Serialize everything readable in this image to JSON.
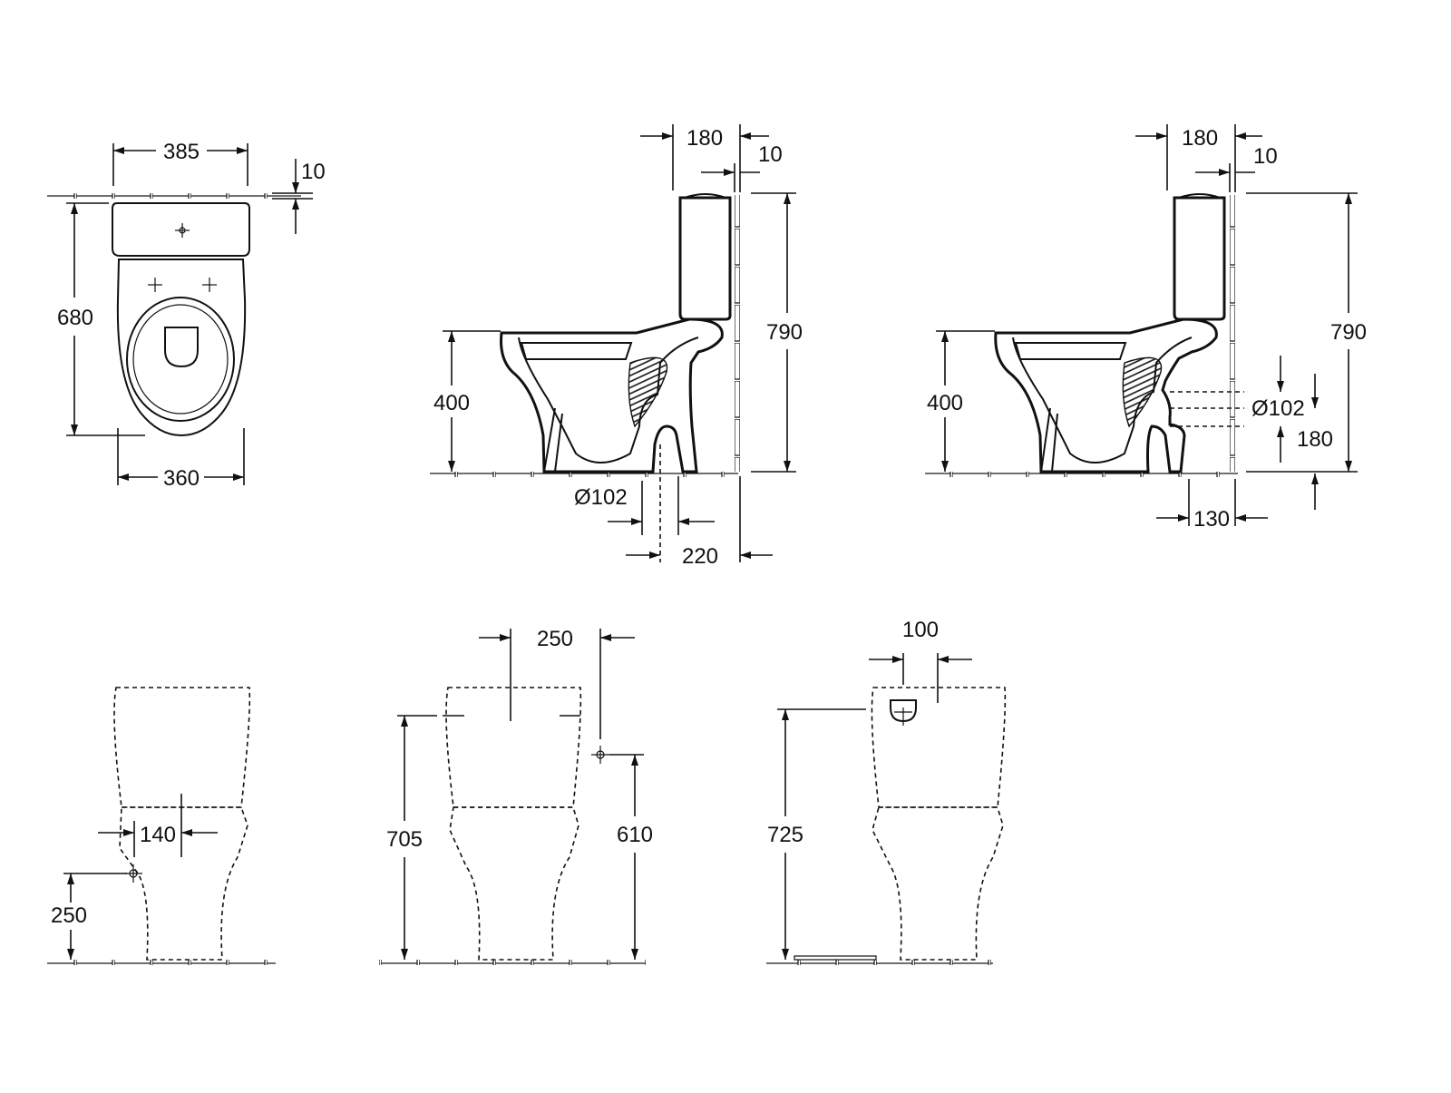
{
  "views": {
    "top_view": {
      "width_top": "385",
      "gap_top": "10",
      "depth": "680",
      "width_bottom": "360"
    },
    "side_view_floor_outlet": {
      "wall_to_tank": "180",
      "wall_gap": "10",
      "total_height": "790",
      "seat_height": "400",
      "outlet_diameter": "Ø102",
      "outlet_to_wall": "220"
    },
    "side_view_wall_outlet": {
      "wall_to_tank": "180",
      "wall_gap": "10",
      "total_height": "790",
      "seat_height": "400",
      "outlet_diameter": "Ø102",
      "outlet_height": "180",
      "outlet_depth": "130"
    },
    "front_view_left": {
      "offset": "140",
      "supply_height": "250"
    },
    "front_view_middle": {
      "width": "250",
      "tank_height": "705",
      "supply_height": "610"
    },
    "front_view_right": {
      "offset": "100",
      "height": "725"
    }
  }
}
